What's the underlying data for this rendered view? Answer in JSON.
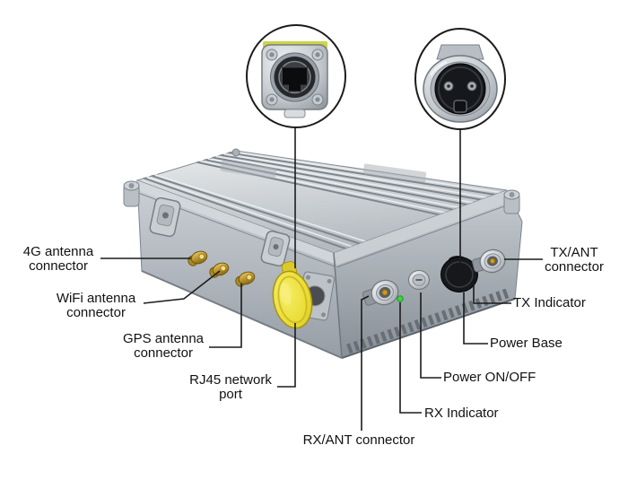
{
  "labels": {
    "g4": {
      "line1": "4G antenna",
      "line2": "connector"
    },
    "wifi": {
      "line1": "WiFi antenna",
      "line2": "connector"
    },
    "gps": {
      "line1": "GPS antenna",
      "line2": "connector"
    },
    "rj45": {
      "line1": "RJ45 network",
      "line2": "port"
    },
    "rx_ant": {
      "text": "RX/ANT connector"
    },
    "rx_ind": {
      "text": "RX Indicator"
    },
    "pwr": {
      "text": "Power ON/OFF"
    },
    "pbase": {
      "text": "Power Base"
    },
    "tx_ind": {
      "text": "TX Indicator"
    },
    "tx_ant": {
      "line1": "TX/ANT",
      "line2": "connector"
    }
  },
  "callouts": {
    "rj45_closeup": "rj45-port-closeup",
    "power_closeup": "power-base-connector-closeup"
  },
  "colors": {
    "background": "#ffffff",
    "leader_line": "#1c1c1c",
    "label_text": "#111111",
    "device_metal": "#c3c9ce",
    "cap_yellow": "#ecdf3a",
    "sma_gold": "#c29a2c",
    "led_green": "#3ed43e",
    "power_base_black": "#17181b"
  }
}
